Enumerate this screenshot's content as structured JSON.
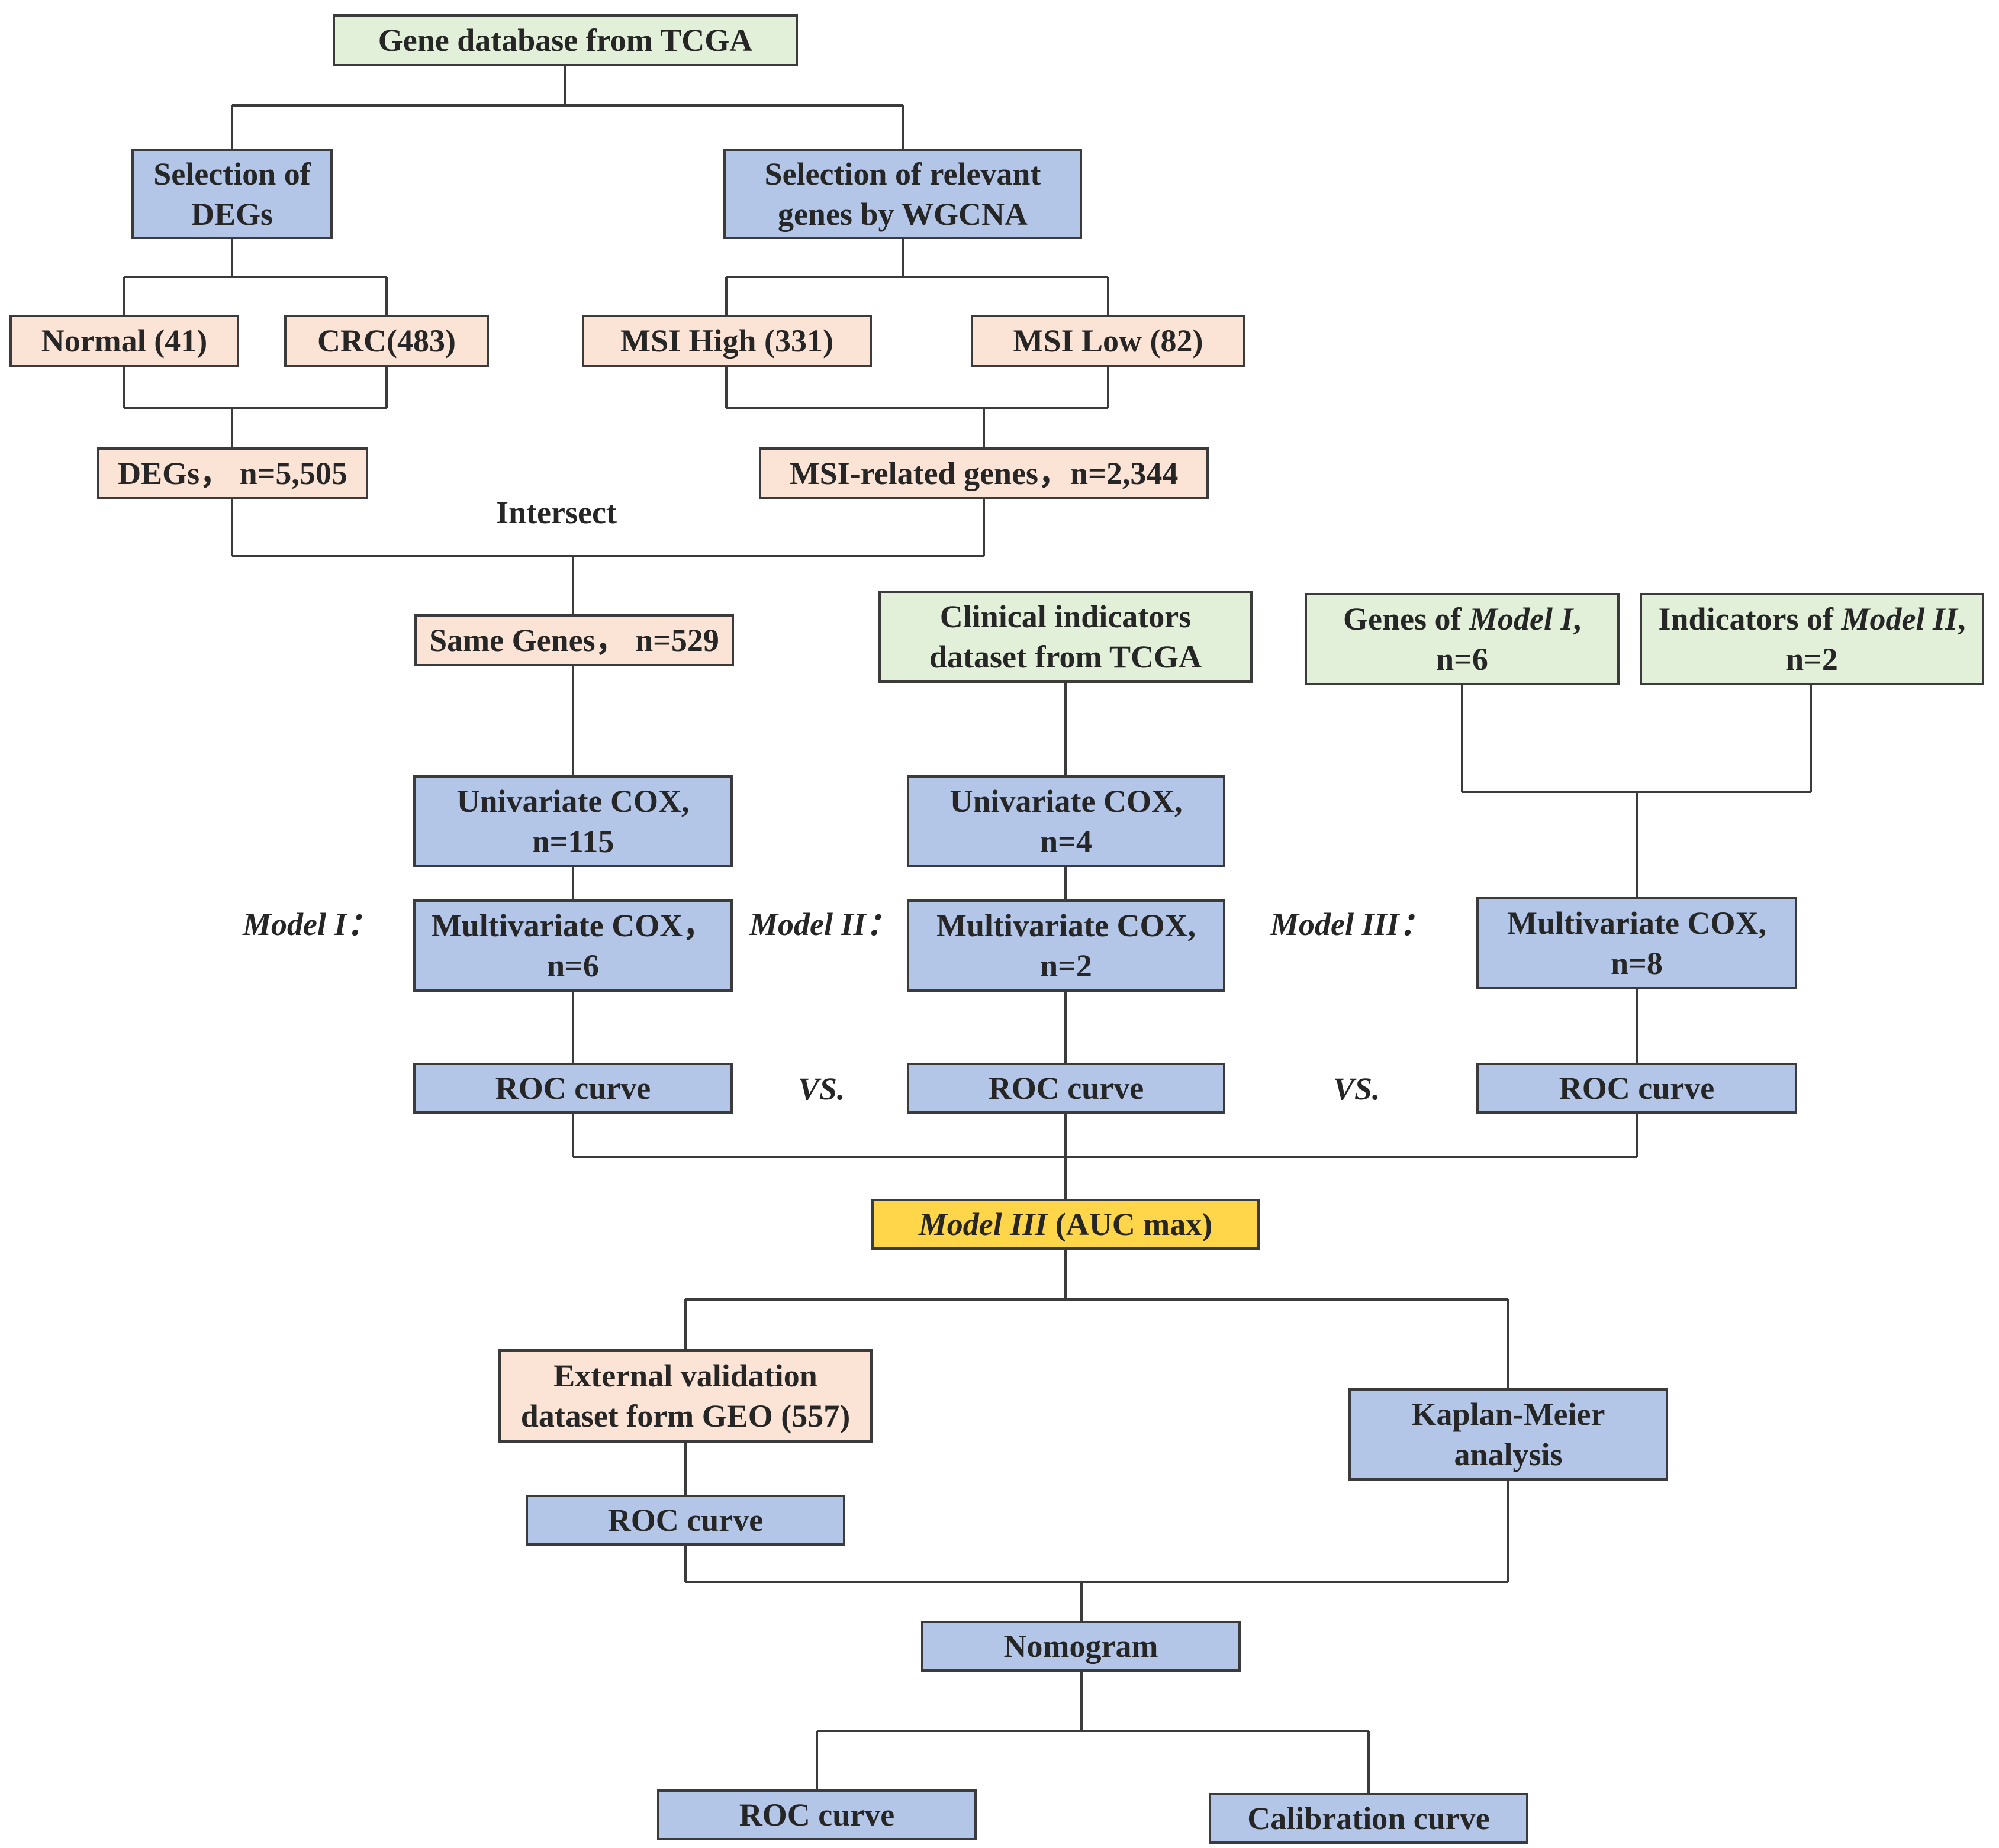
{
  "nodes": {
    "tcga_genes": "Gene database from TCGA",
    "deg_selection": [
      "Selection of",
      "DEGs"
    ],
    "wgcna_selection": [
      "Selection of relevant",
      "genes by WGCNA"
    ],
    "normal": "Normal (41)",
    "crc": "CRC(483)",
    "msi_high": "MSI High (331)",
    "msi_low": "MSI Low (82)",
    "degs": "DEGs，  n=5,505",
    "msi_genes": "MSI-related genes，n=2,344",
    "same_genes": "Same Genes，  n=529",
    "clinical_dataset": [
      "Clinical indicators",
      "dataset from TCGA"
    ],
    "genes_model1": {
      "prefix": "Genes of ",
      "model": "Model I",
      "suffix": ",",
      "line2": "n=6"
    },
    "indicators_model2": {
      "prefix": "Indicators of ",
      "model": "Model II",
      "suffix": ",",
      "line2": "n=2"
    },
    "uni_cox_1": [
      "Univariate COX,",
      "n=115"
    ],
    "uni_cox_2": [
      "Univariate COX,",
      "n=4"
    ],
    "multi_cox_1": [
      "Multivariate  COX，",
      "n=6"
    ],
    "multi_cox_2": [
      "Multivariate  COX,",
      "n=2"
    ],
    "multi_cox_3": [
      "Multivariate COX,",
      "n=8"
    ],
    "roc_1": "ROC curve",
    "roc_2": "ROC curve",
    "roc_3": "ROC curve",
    "best_model": {
      "model": "Model III",
      "rest": " (AUC max)"
    },
    "external_validation": [
      "External validation",
      "dataset form GEO (557)"
    ],
    "km_analysis": [
      "Kaplan-Meier",
      "analysis"
    ],
    "roc_validation": "ROC curve",
    "nomogram": "Nomogram",
    "roc_final": "ROC curve",
    "calibration": "Calibration curve"
  },
  "labels": {
    "intersect": "Intersect",
    "model1": "Model I：",
    "model2": "Model II：",
    "model3": "Model III：",
    "vs1": "VS.",
    "vs2": "VS."
  },
  "colors": {
    "green_box": "#e2efd9",
    "blue_box": "#b4c6e7",
    "peach_box": "#fbe4d5",
    "highlight_box": "#ffd54a",
    "line": "#3b3b3b"
  }
}
